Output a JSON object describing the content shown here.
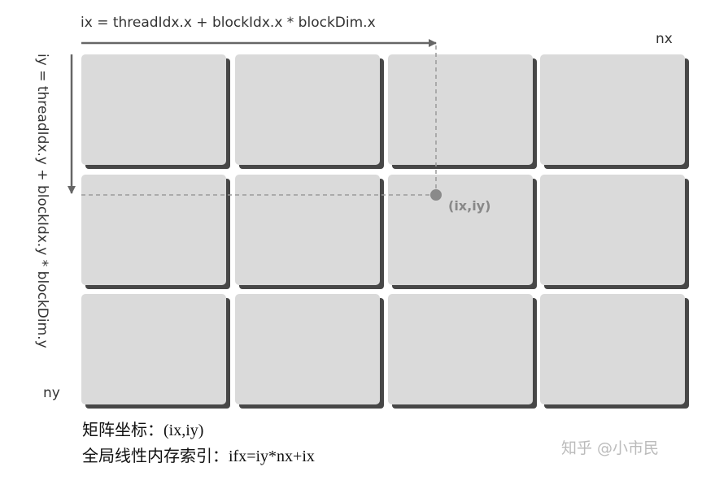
{
  "labels": {
    "x_formula": "ix = threadIdx.x + blockIdx.x * blockDim.x",
    "y_formula": "iy = threadIdx.y + blockIdx.y * blockDim.y",
    "nx": "nx",
    "ny": "ny",
    "point": "(ix,iy)",
    "matrix_coord": "矩阵坐标：(ix,iy)",
    "linear_index": "全局线性内存索引：ifx=iy*nx+ix",
    "watermark": "知乎 @小市民"
  },
  "grid": {
    "rows": 3,
    "cols": 4
  },
  "colors": {
    "block": "#dadada",
    "shadow": "#474747",
    "arrow": "#666666",
    "dashed": "#9a9a9a",
    "point": "#8a8a8a"
  }
}
